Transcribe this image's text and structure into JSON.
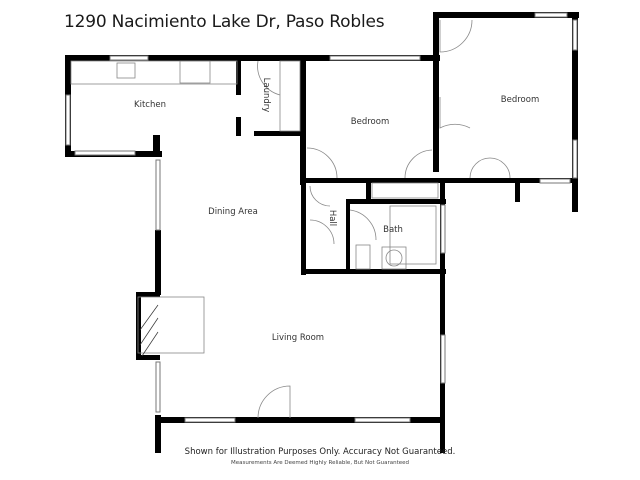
{
  "header": {
    "title": "1290 Nacimiento Lake Dr, Paso Robles"
  },
  "rooms": {
    "kitchen": "Kitchen",
    "laundry": "Laundry",
    "bedroom1": "Bedroom",
    "bedroom2": "Bedroom",
    "dining": "Dining Area",
    "hall": "Hall",
    "bath": "Bath",
    "living": "Living Room"
  },
  "footer": {
    "disclaimer": "Shown for Illustration Purposes Only. Accuracy Not Guaranteed.",
    "note": "Measurements Are Deemed Highly Reliable, But Not Guaranteed"
  },
  "colors": {
    "wall": "#000000",
    "fixture": "#777777",
    "background": "#ffffff"
  }
}
